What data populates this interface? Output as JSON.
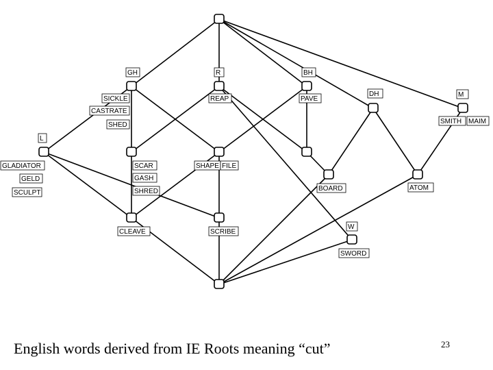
{
  "caption": "English words derived from IE Roots meaning “cut”",
  "page_number": "23",
  "nodes": [
    {
      "id": "top",
      "labels": []
    },
    {
      "id": "gh",
      "labels": []
    },
    {
      "id": "r",
      "labels": []
    },
    {
      "id": "bh",
      "labels": []
    },
    {
      "id": "dh",
      "labels": []
    },
    {
      "id": "m",
      "labels": []
    },
    {
      "id": "l",
      "labels": []
    },
    {
      "id": "n1",
      "labels": []
    },
    {
      "id": "n2",
      "labels": []
    },
    {
      "id": "n3",
      "labels": []
    },
    {
      "id": "board",
      "labels": []
    },
    {
      "id": "atom",
      "labels": []
    },
    {
      "id": "cleave",
      "labels": []
    },
    {
      "id": "scribe",
      "labels": []
    },
    {
      "id": "sword",
      "labels": []
    },
    {
      "id": "bottom",
      "labels": []
    }
  ],
  "edges": [
    [
      "top",
      "gh"
    ],
    [
      "top",
      "r"
    ],
    [
      "top",
      "bh"
    ],
    [
      "top",
      "dh"
    ],
    [
      "top",
      "m"
    ],
    [
      "gh",
      "l"
    ],
    [
      "gh",
      "n1"
    ],
    [
      "gh",
      "n2"
    ],
    [
      "r",
      "n1"
    ],
    [
      "r",
      "n3"
    ],
    [
      "r",
      "sword"
    ],
    [
      "bh",
      "n2"
    ],
    [
      "bh",
      "n3"
    ],
    [
      "dh",
      "board"
    ],
    [
      "dh",
      "atom"
    ],
    [
      "m",
      "atom"
    ],
    [
      "l",
      "cleave"
    ],
    [
      "l",
      "scribe"
    ],
    [
      "n1",
      "cleave"
    ],
    [
      "n2",
      "cleave"
    ],
    [
      "n2",
      "scribe"
    ],
    [
      "n3",
      "board"
    ],
    [
      "cleave",
      "bottom"
    ],
    [
      "scribe",
      "bottom"
    ],
    [
      "board",
      "bottom"
    ],
    [
      "atom",
      "bottom"
    ],
    [
      "sword",
      "bottom"
    ]
  ],
  "labels": [
    {
      "id": "lbl-gh",
      "text": "GH"
    },
    {
      "id": "lbl-r",
      "text": "R"
    },
    {
      "id": "lbl-bh",
      "text": "BH"
    },
    {
      "id": "lbl-dh",
      "text": "DH"
    },
    {
      "id": "lbl-m",
      "text": "M"
    },
    {
      "id": "lbl-sickle",
      "text": "SICKLE"
    },
    {
      "id": "lbl-castrate",
      "text": "CASTRATE"
    },
    {
      "id": "lbl-shed",
      "text": "SHED"
    },
    {
      "id": "lbl-reap",
      "text": "REAP"
    },
    {
      "id": "lbl-pave",
      "text": "PAVE"
    },
    {
      "id": "lbl-smith",
      "text": "SMITH"
    },
    {
      "id": "lbl-maim",
      "text": "MAIM"
    },
    {
      "id": "lbl-l",
      "text": "L"
    },
    {
      "id": "lbl-gladiator",
      "text": "GLADIATOR"
    },
    {
      "id": "lbl-geld",
      "text": "GELD"
    },
    {
      "id": "lbl-sculpt",
      "text": "SCULPT"
    },
    {
      "id": "lbl-scar",
      "text": "SCAR"
    },
    {
      "id": "lbl-gash",
      "text": "GASH"
    },
    {
      "id": "lbl-shred",
      "text": "SHRED"
    },
    {
      "id": "lbl-shape",
      "text": "SHAPE"
    },
    {
      "id": "lbl-file",
      "text": "FILE"
    },
    {
      "id": "lbl-board",
      "text": "BOARD"
    },
    {
      "id": "lbl-atom",
      "text": "ATOM"
    },
    {
      "id": "lbl-cleave",
      "text": "CLEAVE"
    },
    {
      "id": "lbl-scribe",
      "text": "SCRIBE"
    },
    {
      "id": "lbl-w",
      "text": "W"
    },
    {
      "id": "lbl-sword",
      "text": "SWORD"
    }
  ]
}
